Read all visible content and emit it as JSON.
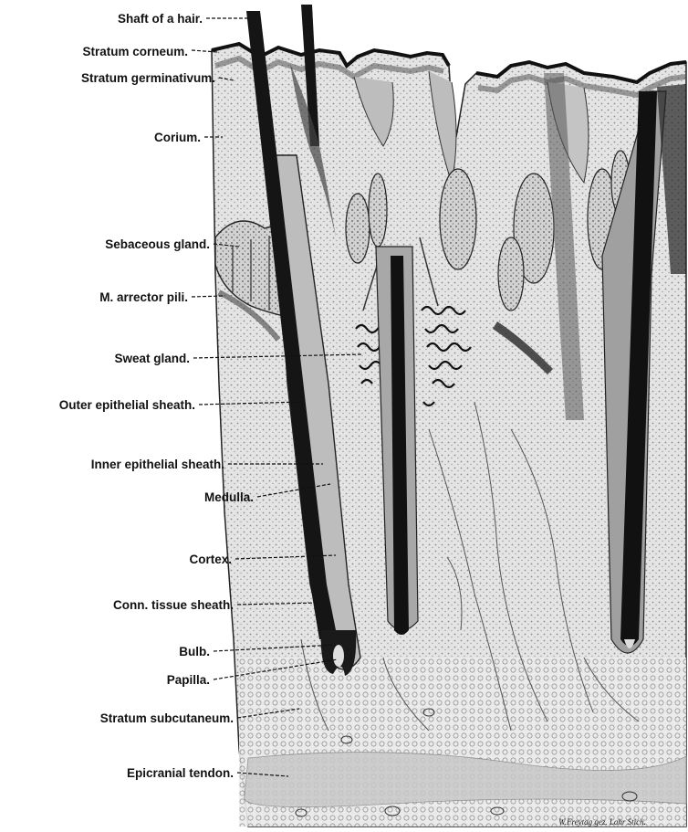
{
  "figure": {
    "labels": [
      {
        "id": "shaft",
        "text": "Shaft of a hair."
      },
      {
        "id": "corneum",
        "text": "Stratum corneum."
      },
      {
        "id": "germinativum",
        "text": "Stratum germinativum."
      },
      {
        "id": "corium",
        "text": "Corium."
      },
      {
        "id": "sebaceous",
        "text": "Sebaceous gland."
      },
      {
        "id": "arrector",
        "text": "M. arrector pili."
      },
      {
        "id": "sweat",
        "text": "Sweat gland."
      },
      {
        "id": "outer",
        "text": "Outer epithelial sheath."
      },
      {
        "id": "inner",
        "text": "Inner epithelial sheath."
      },
      {
        "id": "medulla",
        "text": "Medulla."
      },
      {
        "id": "cortex",
        "text": "Cortex."
      },
      {
        "id": "conn",
        "text": "Conn. tissue sheath."
      },
      {
        "id": "bulb",
        "text": "Bulb."
      },
      {
        "id": "papilla",
        "text": "Papilla."
      },
      {
        "id": "subcutaneum",
        "text": "Stratum subcutaneum."
      },
      {
        "id": "epicranial",
        "text": "Epicranial tendon."
      }
    ],
    "signature": "W.Freytag gez. Lahr Stich."
  }
}
